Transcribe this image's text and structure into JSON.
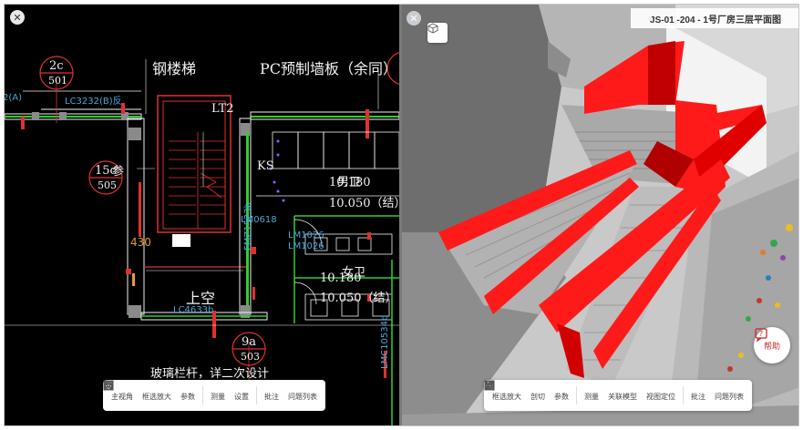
{
  "left_panel": {
    "close_glyph": "✕",
    "labels": {
      "stair_title": "钢楼梯",
      "wall_title": "PC预制墙板（余同）",
      "lt2": "LT2",
      "ks": "KS",
      "male_room": "男卫",
      "male_elev1": "10.180",
      "male_elev2": "10.050（结）",
      "female_room": "女卫",
      "female_elev1": "10.180",
      "female_elev2": "10.050（结）",
      "void": "上空",
      "railing": "玻璃栏杆，详二次设计",
      "lc3232": "LC3232(B)反",
      "lc4633": "LC4633b",
      "lm1026a": "LM1026",
      "lm1026b": "LM1026",
      "lmc": "LMC10534b",
      "fm": "FMZ1523b",
      "lm0618": "LM0618",
      "num430": "430",
      "can": "参",
      "side_mark": "2(A)"
    },
    "detail_marks": [
      {
        "top": "2c",
        "bottom": "501"
      },
      {
        "top": "15c",
        "bottom": "505"
      },
      {
        "top": "9a",
        "bottom": "503"
      }
    ],
    "toolbar": [
      {
        "icon": "home-icon",
        "label": "主视角"
      },
      {
        "icon": "zoom-frame-icon",
        "label": "框选放大"
      },
      {
        "icon": "info-icon",
        "label": "参数"
      },
      {
        "icon": "ruler-icon",
        "label": "测量"
      },
      {
        "icon": "gear-icon",
        "label": "设置"
      },
      {
        "icon": "tag-icon",
        "label": "批注"
      },
      {
        "icon": "list-icon",
        "label": "问题列表"
      }
    ]
  },
  "right_panel": {
    "close_glyph": "✕",
    "title": "JS-01 -204 - 1号厂房三层平面图",
    "help_label": "帮助",
    "toolbar": [
      {
        "icon": "zoom-frame-icon",
        "label": "框选放大"
      },
      {
        "icon": "section-icon",
        "label": "剖切"
      },
      {
        "icon": "info-icon",
        "label": "参数"
      },
      {
        "icon": "ruler-icon",
        "label": "测量"
      },
      {
        "icon": "link-icon",
        "label": "关联模型"
      },
      {
        "icon": "location-icon",
        "label": "视图定位"
      },
      {
        "icon": "tag-icon",
        "label": "批注"
      },
      {
        "icon": "list-icon",
        "label": "问题列表"
      }
    ]
  },
  "colors": {
    "cad_bg": "#000000",
    "cad_line_white": "#f2f2f2",
    "cad_line_red": "#e03030",
    "cad_line_green": "#2fcf2f",
    "cad_line_cyan": "#4aa7d8",
    "model_red": "#ff1a1a",
    "model_gray": "#cfcfcf",
    "help_red": "#c62828"
  }
}
